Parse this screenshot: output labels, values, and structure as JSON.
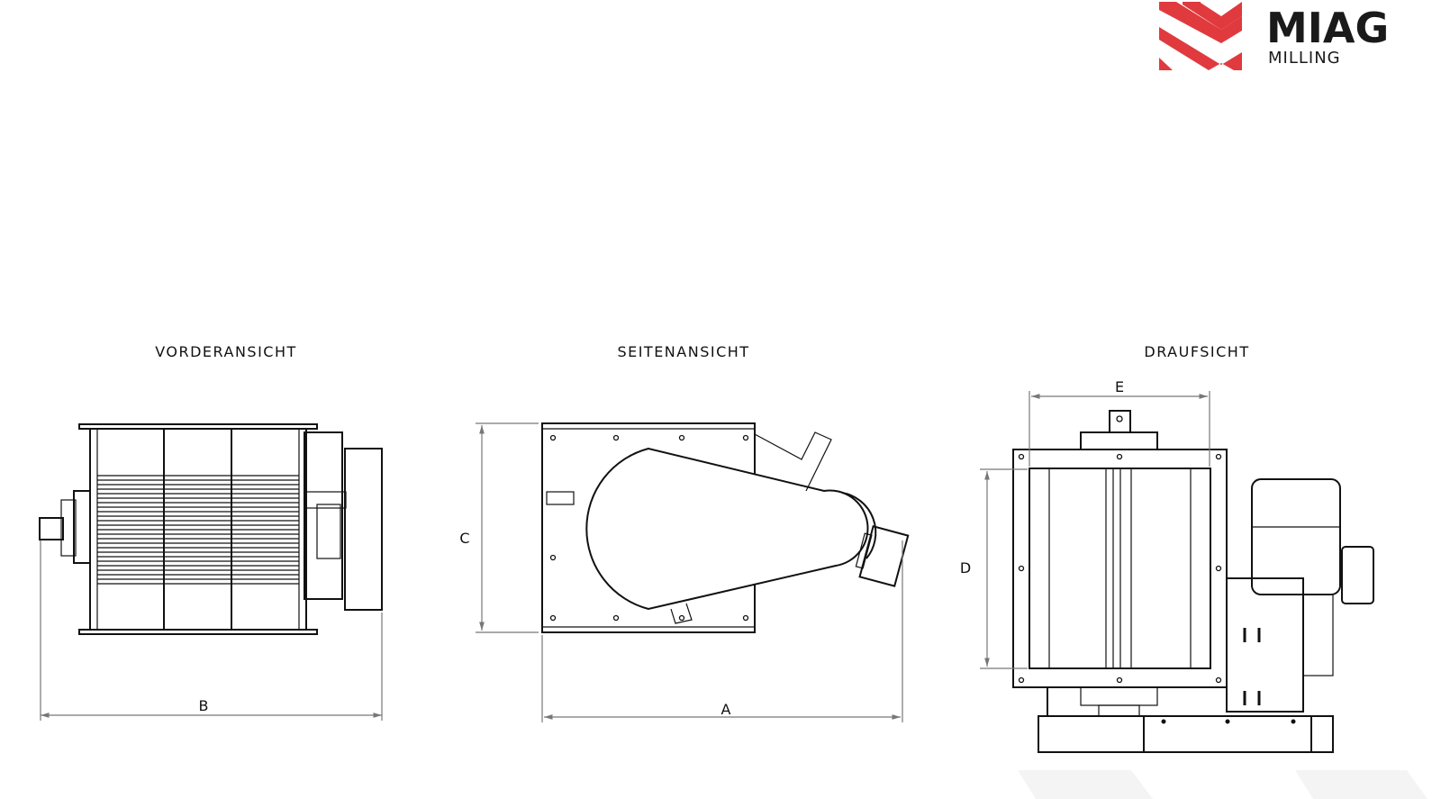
{
  "brand": {
    "name": "MIAG",
    "subtitle": "MILLING",
    "accent_color": "#e03a3e"
  },
  "views": {
    "front": {
      "title": "VORDERANSICHT",
      "dimension": "B"
    },
    "side": {
      "title": "SEITENANSICHT",
      "dimension_width": "A",
      "dimension_height": "C"
    },
    "top": {
      "title": "DRAUFSICHT",
      "dimension_width": "E",
      "dimension_height": "D"
    }
  }
}
